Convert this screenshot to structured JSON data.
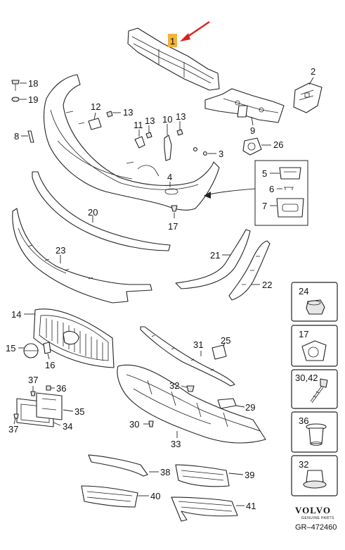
{
  "diagram": {
    "highlight_color": "#f3b23a",
    "arrow_color": "#e02020",
    "highlighted_part": "1",
    "labels": {
      "p1": "1",
      "p2": "2",
      "p3": "3",
      "p4": "4",
      "p5": "5",
      "p6": "6",
      "p7": "7",
      "p8": "8",
      "p9": "9",
      "p10": "10",
      "p11": "11",
      "p12": "12",
      "p13a": "13",
      "p13b": "13",
      "p13c": "13",
      "p14": "14",
      "p15": "15",
      "p16": "16",
      "p17": "17",
      "p18": "18",
      "p19": "19",
      "p20": "20",
      "p21": "21",
      "p22": "22",
      "p23": "23",
      "p25": "25",
      "p26": "26",
      "p29": "29",
      "p30": "30",
      "p31": "31",
      "p32": "32",
      "p33": "33",
      "p34": "34",
      "p35": "35",
      "p36": "36",
      "p37a": "37",
      "p37b": "37",
      "p38": "38",
      "p39": "39",
      "p40": "40",
      "p41": "41"
    },
    "tiles": {
      "t24": "24",
      "t17": "17",
      "t30_42": "30,42",
      "t36": "36",
      "t32": "32"
    },
    "brand": "VOLVO",
    "brand_sub": "GENUINE PARTS",
    "drawing_code": "GR–472460"
  }
}
